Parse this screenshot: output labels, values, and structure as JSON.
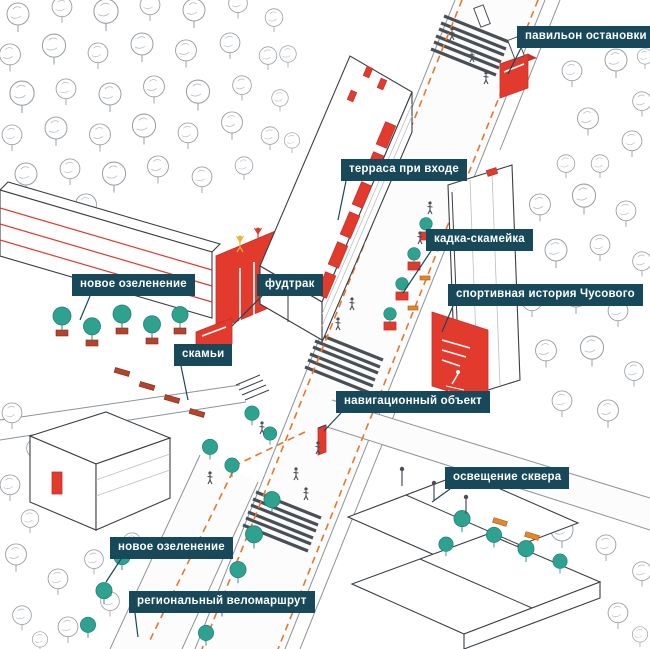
{
  "callouts": [
    {
      "id": "bus-stop-pavilion",
      "text": "павильон остановки"
    },
    {
      "id": "entrance-terrace",
      "text": "терраса при входе"
    },
    {
      "id": "planter-bench",
      "text": "кадка-скамейка"
    },
    {
      "id": "sport-history",
      "text": "спортивная история Чусового"
    },
    {
      "id": "new-greenery-top",
      "text": "новое озеленение"
    },
    {
      "id": "food-truck",
      "text": "фудтрак"
    },
    {
      "id": "benches",
      "text": "скамьи"
    },
    {
      "id": "navigation-object",
      "text": "навигационный объект"
    },
    {
      "id": "square-lighting",
      "text": "освещение сквера"
    },
    {
      "id": "new-greenery-bottom",
      "text": "новое озеленение"
    },
    {
      "id": "regional-bike-route",
      "text": "региональный веломаршрут"
    }
  ],
  "colors": {
    "callout_bg": "#17495b",
    "accent_red": "#e23b2e",
    "accent_red_dark": "#c9302a",
    "tree_teal": "#2ea18f",
    "route_orange": "#e8762c",
    "line_dark": "#3a3f44",
    "bench_red": "#b5432c",
    "bench_orange": "#e0862f"
  }
}
